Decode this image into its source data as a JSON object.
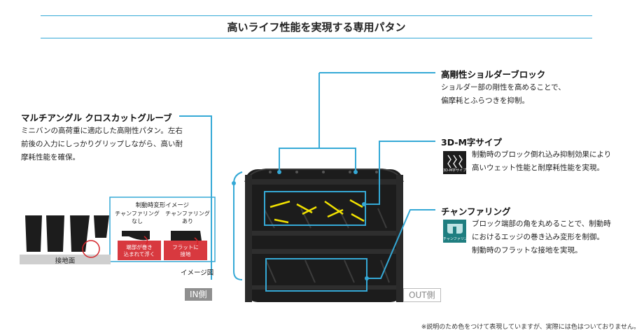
{
  "title": "高いライフ性能を実現する専用パタン",
  "labels": {
    "shoulder_block": {
      "heading": "高剛性ショルダーブロック",
      "lines": [
        "ショルダー部の剛性を高めることで、",
        "偏摩耗とふらつきを抑制。"
      ]
    },
    "sipe": {
      "heading": "3D-M字サイプ",
      "lines": [
        "制動時のブロック倒れ込み抑制効果により",
        "高いウェット性能と耐摩耗性能を実現。"
      ],
      "icon_caption": "3D-M字サイプ"
    },
    "chamfer": {
      "heading": "チャンファリング",
      "lines": [
        "ブロック端部の角を丸めることで、制動時",
        "におけるエッジの巻き込み変形を制御。",
        "制動時のフラットな接地を実現。"
      ],
      "icon_caption": "チャンファリング"
    },
    "groove": {
      "heading": "マルチアングル クロスカットグルーブ",
      "lines": [
        "ミニバンの高荷重に適応した高剛性パタン。左右",
        "前後の入力にしっかりグリップしながら、高い耐",
        "摩耗性能を確保。"
      ]
    }
  },
  "inset": {
    "title": "制動時変形イメージ",
    "without_label": [
      "チャンファリング",
      "なし"
    ],
    "with_label": [
      "チャンファリング",
      "あり"
    ],
    "without_result": [
      "端部が巻き",
      "込まれて浮く"
    ],
    "with_result": [
      "フラットに",
      "接地"
    ],
    "ground_label": "接地面",
    "image_caption": "イメージ図"
  },
  "sides": {
    "in": "IN側",
    "out": "OUT側"
  },
  "footnote": "※説明のため色をつけて表現していますが、実際には色はついておりません。",
  "colors": {
    "accent": "#35a9d6",
    "sipe_highlight": "#f2e200",
    "warning_red": "#d4242a",
    "tire": "#1c1c1c",
    "icon_bg": "#1f7e80"
  }
}
